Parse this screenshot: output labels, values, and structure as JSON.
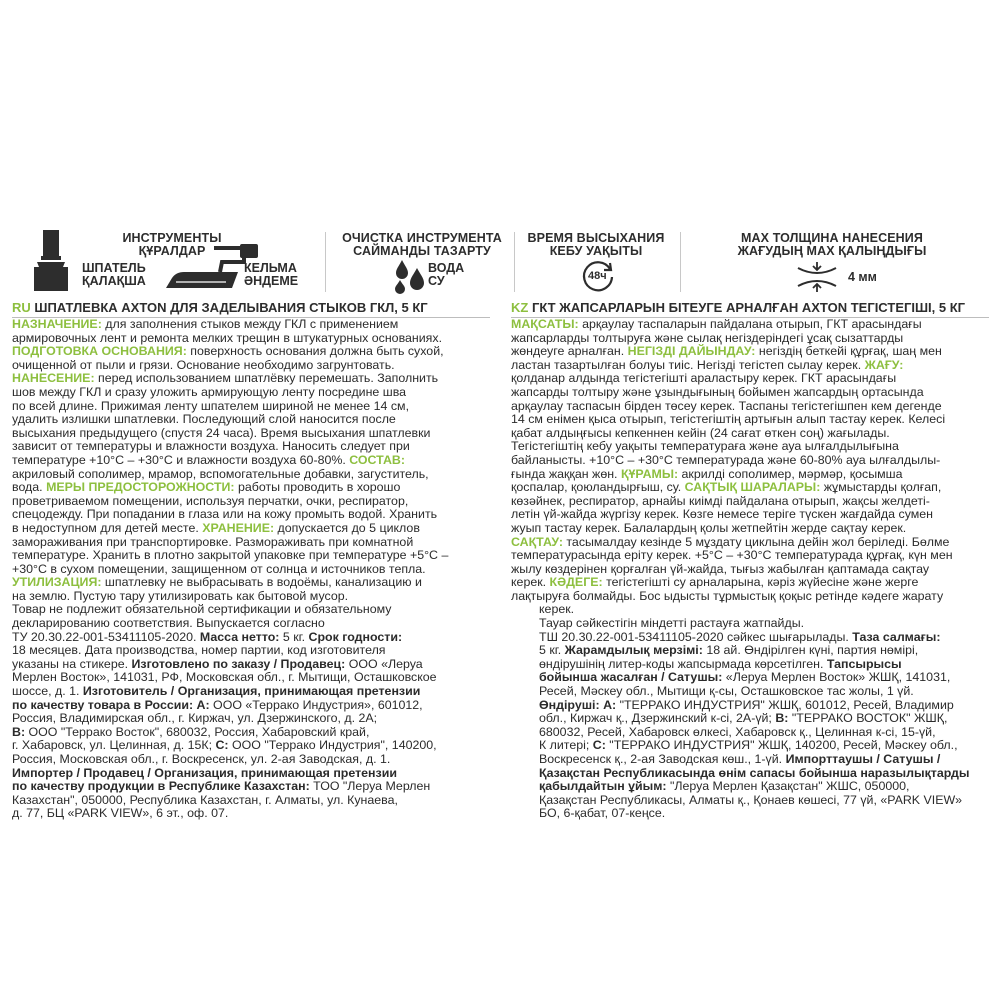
{
  "icons": {
    "tools": {
      "title": [
        "ИНСТРУМЕНТЫ",
        "ҚҰРАЛДАР"
      ],
      "spatula": [
        "ШПАТЕЛЬ",
        "ҚАЛАҚША"
      ],
      "trowel": [
        "КЕЛЬМА",
        "ӘНДЕМЕ"
      ]
    },
    "cleaning": {
      "title": [
        "ОЧИСТКА ИНСТРУМЕНТА",
        "САЙМАНДЫ ТАЗАРТУ"
      ],
      "water": [
        "ВОДА",
        "СУ"
      ]
    },
    "drying": {
      "title": [
        "ВРЕМЯ ВЫСЫХАНИЯ",
        "КЕБУ УАҚЫТЫ"
      ],
      "time": "48ч"
    },
    "thickness": {
      "title": [
        "MAX ТОЛЩИНА НАНЕСЕНИЯ",
        "ЖАҒУДЫҢ MAX ҚАЛЫҢДЫҒЫ"
      ],
      "value": "4 мм"
    }
  },
  "ru": {
    "lang": "RU",
    "title": " ШПАТЛЕВКА AXTON ДЛЯ ЗАДЕЛЫВАНИЯ СТЫКОВ ГКЛ, 5 КГ",
    "lines": [
      "<span class='g'>НАЗНАЧЕНИЕ:</span> для заполнения стыков между ГКЛ с применением",
      "армировочных лент и ремонта мелких трещин в штукатурных основаниях.",
      "<span class='g'>ПОДГОТОВКА ОСНОВАНИЯ:</span> поверхность основания должна быть сухой,",
      "очищенной от пыли и грязи. Основание необходимо загрунтовать.",
      "<span class='g'>НАНЕСЕНИЕ:</span> перед использованием шпатлёвку перемешать. Заполнить",
      "шов между ГКЛ и сразу уложить армирующую ленту посредине шва",
      "по всей длине. Прижимая ленту шпателем шириной не менее 14 см,",
      "удалить излишки шпатлевки. Последующий слой наносится после",
      "высыхания предыдущего (спустя 24 часа). Время высыхания шпатлевки",
      "зависит от температуры и влажности воздуха. Наносить следует при",
      "температуре +10°С – +30°С и влажности воздуха 60-80%. <span class='g'>СОСТАВ:</span>",
      "акриловый сополимер, мрамор, вспомогательные добавки, загуститель,",
      "вода. <span class='g'>МЕРЫ ПРЕДОСТОРОЖНОСТИ:</span> работы проводить в хорошо",
      "проветриваемом помещении, используя перчатки, очки, респиратор,",
      "спецодежду. При попадании в глаза или на кожу промыть водой. Хранить",
      "в недоступном для детей месте. <span class='g'>ХРАНЕНИЕ:</span> допускается до 5 циклов",
      "замораживания при транспортировке. Размораживать при комнатной",
      "температуре. Хранить в плотно закрытой упаковке при температуре +5°С –",
      "+30°С в сухом помещении, защищенном от солнца и источников тепла.",
      "<span class='g'>УТИЛИЗАЦИЯ:</span> шпатлевку не выбрасывать в водоёмы, канализацию и",
      "на землю. Пустую тару утилизировать как бытовой мусор.",
      "Товар не подлежит обязательной сертификации и обязательному",
      "декларированию соответствия. Выпускается согласно",
      "ТУ 20.30.22-001-53411105-2020. <span class='b'>Масса нетто:</span> 5 кг. <span class='b'>Срок годности:</span>",
      "18 месяцев. Дата производства, номер партии, код изготовителя",
      "указаны на стикере. <span class='b'>Изготовлено по заказу / Продавец:</span> ООО «Леруа",
      "Мерлен Восток», 141031, РФ, Московская обл., г. Мытищи, Осташковское",
      "шоссе, д. 1. <span class='b'>Изготовитель / Организация, принимающая претензии</span>",
      "<span class='b'>по качеству товара в России: А:</span> ООО «Террако Индустрия», 601012,",
      "Россия, Владимирская обл., г. Киржач, ул. Дзержинского, д. 2А;",
      "<span class='b'>В:</span> ООО \"Террако Восток\", 680032, Россия, Хабаровский край,",
      "г. Хабаровск, ул. Целинная, д. 15К; <span class='b'>С:</span> ООО \"Террако Индустрия\", 140200,",
      "Россия, Московская обл., г. Воскресенск, ул. 2-ая Заводская, д. 1.",
      "<span class='b'>Импортер / Продавец / Организация, принимающая претензии</span>",
      "<span class='b'>по качеству продукции в Республике Казахстан:</span> ТОО \"Леруа Мерлен",
      "Казахстан\", 050000, Республика Казахстан, г. Алматы, ул. Кунаева,",
      "д. 77, БЦ «PARK VIEW», 6 эт., оф. 07."
    ]
  },
  "kz": {
    "lang": "KZ",
    "title": " ГКТ ЖАПСАРЛАРЫН БІТЕУГЕ АРНАЛҒАН AXTON ТЕГІСТЕГІШІ, 5 КГ",
    "lines": [
      "<span class='g'>МАҚСАТЫ:</span> арқаулау таспаларын пайдалана отырып, ГКТ арасындағы",
      "жапсарларды толтыруға және сылақ негіздеріндегі ұсақ сызаттарды",
      "жөндеуге арналған. <span class='g'>НЕГІЗДІ ДАЙЫНДАУ:</span> негіздің беткейі құрғақ, шаң мен",
      "ластан тазартылған болуы тиіс. Негізді тегістеп сылау керек. <span class='g'>ЖАҒУ:</span>",
      "қолданар алдында тегістегішті араластыру керек. ГКТ арасындағы",
      "жапсарды толтыру және ұзындығының бойымен жапсардың ортасында",
      "арқаулау таспасын бірден төсеу керек. Таспаны тегістегішпен кем дегенде",
      "14 см енімен қыса отырып, тегістегіштің артығын алып тастау керек. Келесі",
      "қабат алдыңғысы кепкеннен кейін (24 сағат өткен соң) жағылады.",
      "Тегістегіштің кебу уақыты температураға және ауа ылғалдылығына",
      "байланысты. +10°С – +30°С температурада және 60-80% ауа ылғалдылы-",
      "ғында жаққан жөн. <span class='g'>ҚҰРАМЫ:</span> акрилді сополимер, мәрмәр, қосымша",
      "қоспалар, қоюландырғыш, су. <span class='g'>САҚТЫҚ ШАРАЛАРЫ:</span> жұмыстарды қолғап,",
      "көзәйнек, респиратор, арнайы киімді пайдалана отырып, жақсы желдеті-",
      "летін үй-жайда жүргізу керек. Көзге немесе теріге түскен жағдайда сумен",
      "жуып тастау керек. Балалардың қолы жетпейтін жерде сақтау керек.",
      "<span class='g'>САҚТАУ:</span> тасымалдау кезінде 5 мұздату циклына дейін жол беріледі. Бөлме",
      "температурасында еріту керек. +5°С – +30°С температурада құрғақ, күн мен",
      "жылу көздерінен қорғалған үй-жайда, тығыз жабылған қаптамада сақтау",
      "керек. <span class='g'>КӘДЕГЕ:</span> тегістегішті су арналарына, кәріз жүйесіне және жерге",
      "лақтыруға болмайды. Бос ыдысты тұрмыстық қоқыс ретінде кәдеге жарату",
      "    керек.",
      "    Тауар сәйкестігін міндетті растауға жатпайды.",
      "    ТШ 20.30.22-001-53411105-2020 сәйкес шығарылады. <span class='b'>Таза салмағы:</span>",
      "    5 кг. <span class='b'>Жарамдылық мерзімі:</span> 18 ай. Өндірілген күні, партия нөмірі,",
      "    өндірушінің литер-коды жапсырмада көрсетілген. <span class='b'>Тапсырысы</span>",
      "    <span class='b'>бойынша жасалған / Сатушы:</span> «Леруа Мерлен Восток» ЖШҚ, 141031,",
      "    Ресей, Мәскеу обл., Мытищи қ-сы, Осташковское тас жолы, 1 үй.",
      "    <span class='b'>Өндіруші: А:</span> \"ТЕРРАКО ИНДУСТРИЯ\" ЖШҚ, 601012, Ресей, Владимир",
      "    обл., Киржач қ., Дзержинский к-сі, 2А-үй; <span class='b'>В:</span> \"ТЕРРАКО ВОСТОК\" ЖШҚ,",
      "    680032, Ресей, Хабаровск өлкесі, Хабаровск қ., Целинная к-сі, 15-үй,",
      "    К литері; <span class='b'>С:</span> \"ТЕРРАКО ИНДУСТРИЯ\" ЖШҚ, 140200, Ресей, Мәскеу обл.,",
      "    Воскресенск қ., 2-ая Заводская көш., 1-үй. <span class='b'>Импорттаушы / Сатушы /</span>",
      "    <span class='b'>Қазақстан Республикасында өнім сапасы бойынша наразылықтарды</span>",
      "    <span class='b'>қабылдайтын ұйым:</span> \"Леруа Мерлен Қазақстан\" ЖШС, 050000,",
      "    Қазақстан Республикасы, Алматы қ., Қонаев көшесі, 77 үй, «PARK VIEW»",
      "    БО, 6-қабат, 07-кеңсе."
    ]
  },
  "colors": {
    "accent_green": "#8dbf3f",
    "text": "#2b2b2b",
    "icon": "#2d2d2d"
  }
}
